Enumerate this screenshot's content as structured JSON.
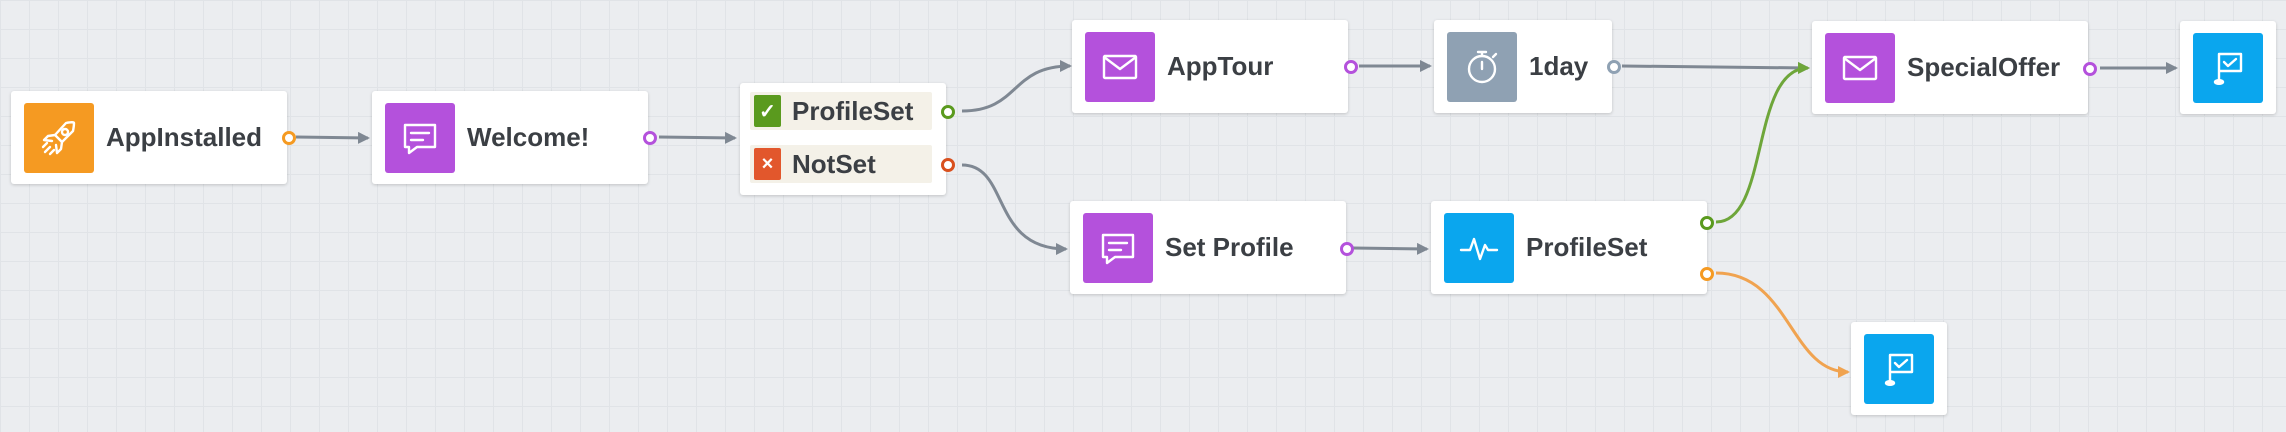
{
  "nodes": {
    "app_installed": {
      "label": "AppInstalled",
      "icon": "rocket-icon",
      "color": "#f59a22"
    },
    "welcome": {
      "label": "Welcome!",
      "icon": "message-icon",
      "color": "#b451dc"
    },
    "branch": {
      "options": [
        {
          "label": "ProfileSet",
          "icon": "check-icon",
          "color": "#5a9a1e"
        },
        {
          "label": "NotSet",
          "icon": "x-icon",
          "color": "#e2572c"
        }
      ]
    },
    "app_tour": {
      "label": "AppTour",
      "icon": "envelope-icon",
      "color": "#b451dc"
    },
    "wait_1day": {
      "label": "1day",
      "icon": "stopwatch-icon",
      "color": "#8fa1b3"
    },
    "special_offer": {
      "label": "SpecialOffer",
      "icon": "envelope-icon",
      "color": "#b451dc"
    },
    "exit_top": {
      "icon": "goal-flag-icon",
      "color": "#0aa6ee"
    },
    "set_profile": {
      "label": "Set Profile",
      "icon": "message-icon",
      "color": "#b451dc"
    },
    "profile_set_check": {
      "label": "ProfileSet",
      "icon": "activity-icon",
      "color": "#0aa6ee"
    },
    "exit_bottom": {
      "icon": "goal-flag-icon",
      "color": "#0aa6ee"
    }
  },
  "edge_colors": {
    "default": "#7f8893",
    "yes": "#6ea63a",
    "no": "#f0a350"
  }
}
